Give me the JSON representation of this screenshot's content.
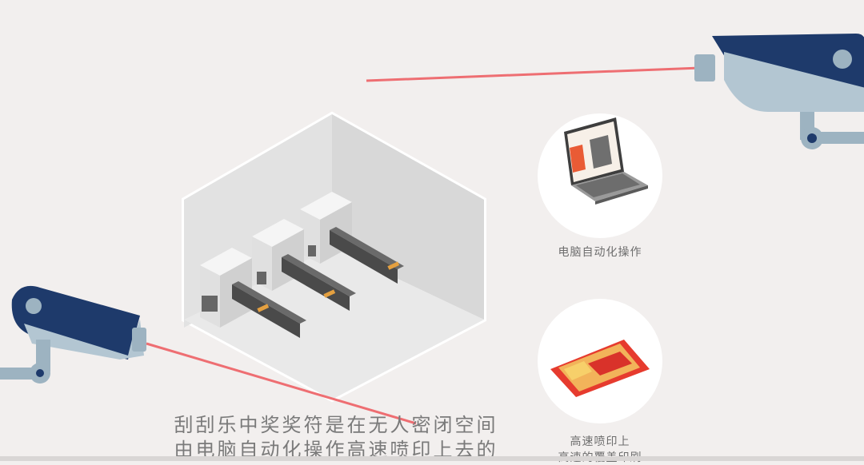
{
  "scene": {
    "colors": {
      "background": "#f2efee",
      "camera_body": "#1e3a6b",
      "camera_metal": "#9db3c1",
      "laser": "#ee6e72",
      "room": "#e4e4e4",
      "belt": "#5a5a5a",
      "ticket": "#e63b2e"
    },
    "icons": [
      "security-camera-icon",
      "laptop-icon",
      "lottery-ticket-icon"
    ]
  },
  "labels": {
    "computer_automation": "电脑自动化操作",
    "high_speed_print_line1": "高速喷印上",
    "high_speed_print_line2": "高速的覆盖印刷"
  },
  "subtitle": {
    "line1": "刮刮乐中奖奖符是在无人密闭空间",
    "line2": "由电脑自动化操作高速喷印上去的"
  }
}
